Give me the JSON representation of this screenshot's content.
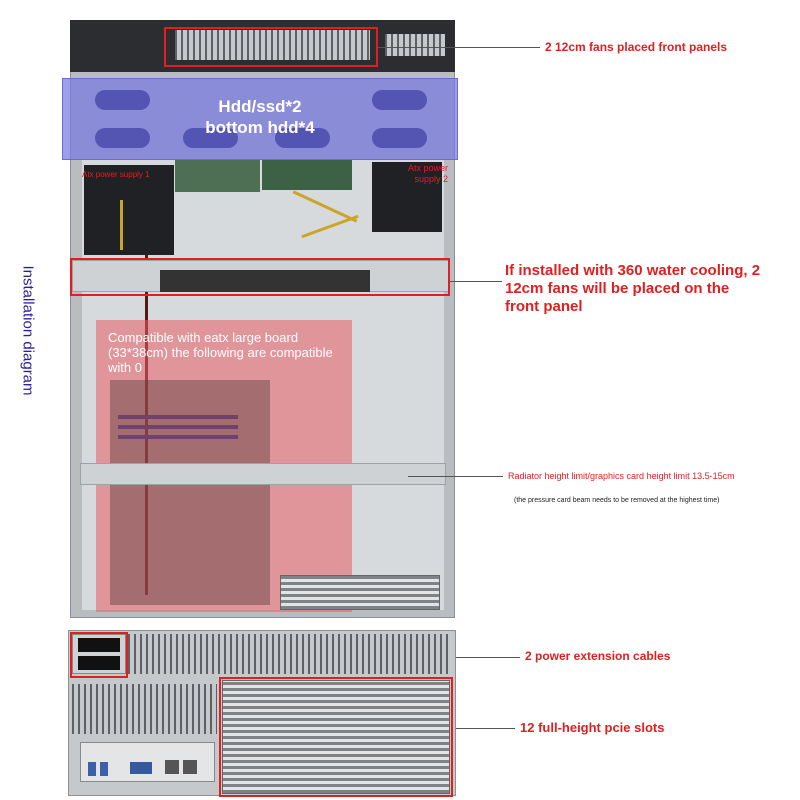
{
  "labels": {
    "fans_front": "2 12cm fans placed front panels",
    "hdd_line1": "Hdd/ssd*2",
    "hdd_line2": "bottom hdd*4",
    "psu1": "Atx power supply 1",
    "psu2": "Atx power supply 2",
    "water_cooling": "If installed with 360 water cooling, 2 12cm fans will be placed on the front panel",
    "board_compat": "Compatible with eatx large board (33*38cm) the following are compatible with 0",
    "installation": "Installation diagram",
    "radiator_limit": "Radiator height limit/graphics card height limit 13.5-15cm",
    "pressure_note": "(the pressure card beam needs to be removed at the highest time)",
    "power_cables": "2 power extension cables",
    "pcie_slots": "12 full-height pcie slots"
  },
  "colors": {
    "annotation_red": "#e02020",
    "hdd_overlay": "#7878e1",
    "board_overlay": "#e85c64",
    "vertical_title": "#2b1fa0"
  }
}
